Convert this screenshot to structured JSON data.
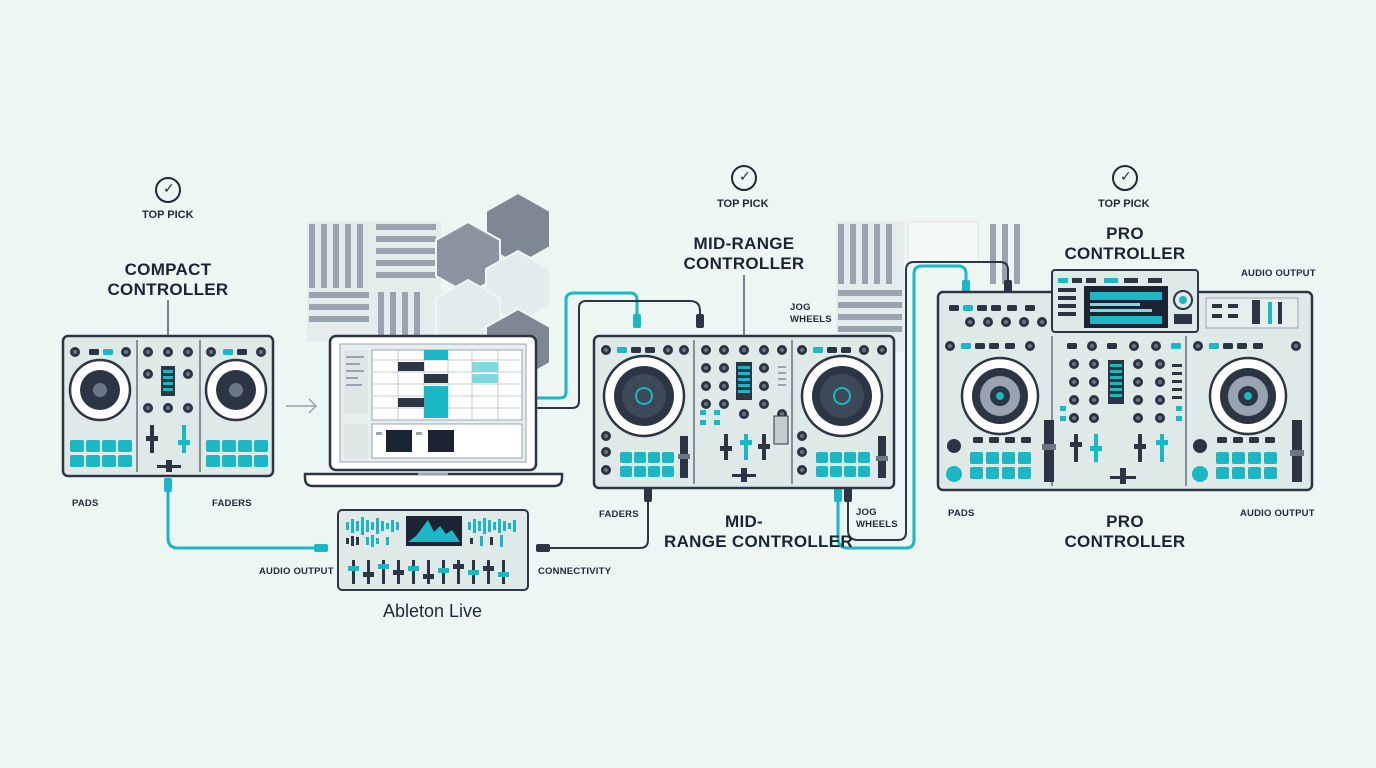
{
  "colors": {
    "background": "#eef6f4",
    "accent": "#1bb7c4",
    "outline": "#2b3544",
    "panel": "#dfe9e8",
    "gray": "#9aa4b0"
  },
  "badges": {
    "compact": {
      "icon": "check-circle-icon",
      "label": "TOP PICK"
    },
    "mid": {
      "icon": "check-circle-icon",
      "label": "TOP PICK"
    },
    "pro": {
      "icon": "check-circle-icon",
      "label": "TOP PICK"
    }
  },
  "titles": {
    "compact": [
      "COMPACT",
      "CONTROLLER"
    ],
    "mid_top": [
      "MID-RANGE",
      "CONTROLLER"
    ],
    "mid_bottom": [
      "MID-",
      "RANGE CONTROLLER"
    ],
    "pro_top": [
      "PRO",
      "CONTROLLER"
    ],
    "pro_bottom": [
      "PRO",
      "CONTROLLER"
    ]
  },
  "labels": {
    "compact_pads": "PADS",
    "compact_faders": "FADERS",
    "audio_output_left": "AUDIO OUTPUT",
    "connectivity": "CONNECTIVITY",
    "mid_faders": "FADERS",
    "mid_jog_top": [
      "JOG",
      "WHEELS"
    ],
    "mid_jog_bottom": [
      "JOG",
      "WHEELS"
    ],
    "pro_pads": "PADS",
    "pro_audio_top": "AUDIO OUTPUT",
    "pro_audio_bottom": "AUDIO OUTPUT"
  },
  "software": {
    "name": "Ableton Live"
  }
}
